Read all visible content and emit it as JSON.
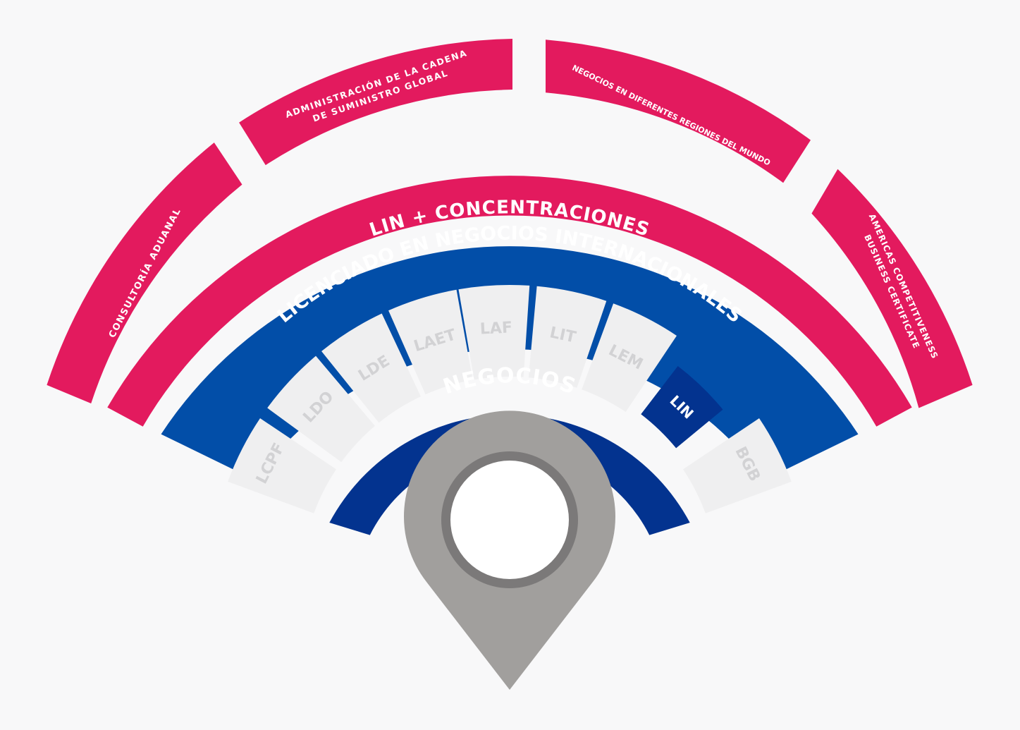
{
  "colors": {
    "background": "#f8f8f9",
    "pink": "#e31a5e",
    "blue": "#024ea8",
    "navy": "#03338f",
    "program_tile": "#efeff0",
    "program_text": "#d2d2d4",
    "pin_outer": "#a19f9d",
    "pin_ring": "#7b7979",
    "white": "#ffffff"
  },
  "outer_concentrations": [
    {
      "id": "consultoria",
      "lines": [
        "CONSULTORÍA ADUANAL"
      ]
    },
    {
      "id": "cadena",
      "lines": [
        "ADMINISTRACIÓN DE LA CADENA",
        "DE SUMINISTRO GLOBAL"
      ]
    },
    {
      "id": "regiones",
      "lines": [
        "NEGOCIOS EN DIFERENTES REGIONES DEL MUNDO"
      ]
    },
    {
      "id": "americas",
      "lines": [
        "AMERICAS COMPETITIVENESS",
        "BUSINESS CERTIFICATE"
      ]
    }
  ],
  "lin_concentraciones": {
    "label": "LIN + CONCENTRACIONES"
  },
  "licenciado": {
    "label": "LICENCIADO EN NEGOCIOS INTERNACIONALES"
  },
  "programs": [
    "LCPF",
    "LDO",
    "LDE",
    "LAET",
    "LAF",
    "LIT",
    "LEM",
    "LIN",
    "BGB"
  ],
  "active_program": "LIN",
  "negocios": {
    "label": "NEGOCIOS"
  },
  "pin": {
    "icon": "location-pin-icon"
  }
}
